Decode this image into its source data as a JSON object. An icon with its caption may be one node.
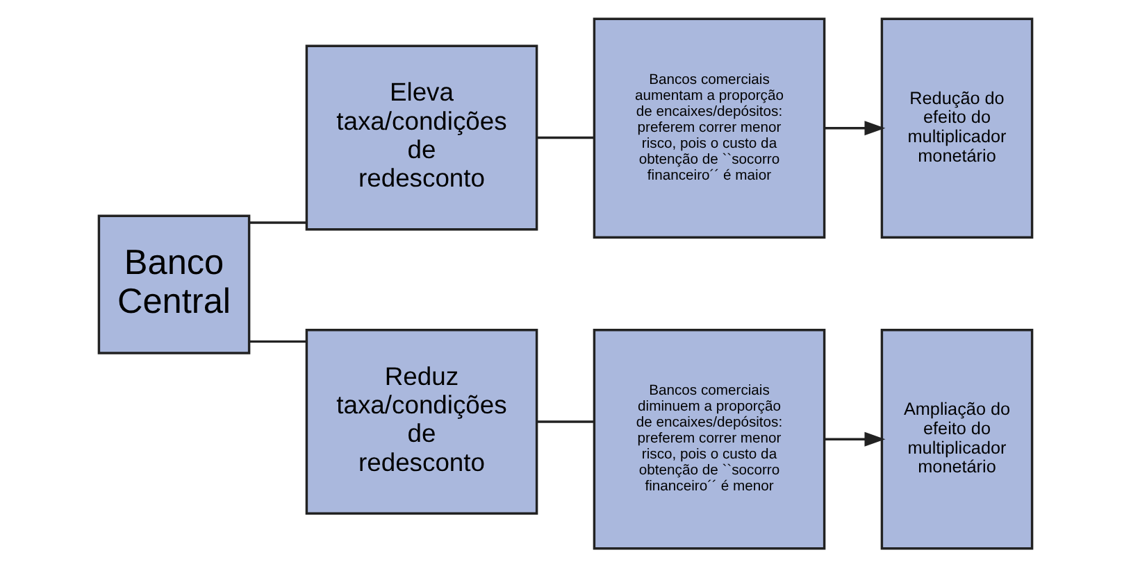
{
  "diagram": {
    "nodes": [
      {
        "text": [
          "Banco Central"
        ]
      },
      {
        "text": [
          "Eleva taxa/condições de redesconto"
        ]
      },
      {
        "text": [
          "Bancos comerciais aumentam a proporção de encaixes/depósitos: preferem correr menor risco, pois o custo da obtenção de ``socorro financeiro´´ é maior"
        ]
      },
      {
        "text": [
          "Redução do efeito do multiplicador monetário"
        ]
      },
      {
        "text": [
          "Reduz taxa/condições de redesconto"
        ]
      },
      {
        "text": [
          "Bancos comerciais diminuem a proporção de encaixes/depósitos: preferem correr menor risco, pois o custo da obtenção de ``socorro financeiro´´ é menor"
        ]
      },
      {
        "text": [
          "Ampliação do efeito do multiplicador monetário"
        ]
      }
    ],
    "edges": [
      {
        "from": 0,
        "to": 1,
        "arrow": "none"
      },
      {
        "from": 1,
        "to": 2,
        "arrow": "none"
      },
      {
        "from": 2,
        "to": 3,
        "arrow": "to"
      },
      {
        "from": 0,
        "to": 4,
        "arrow": "none"
      },
      {
        "from": 4,
        "to": 5,
        "arrow": "none"
      },
      {
        "from": 5,
        "to": 6,
        "arrow": "to"
      }
    ]
  }
}
